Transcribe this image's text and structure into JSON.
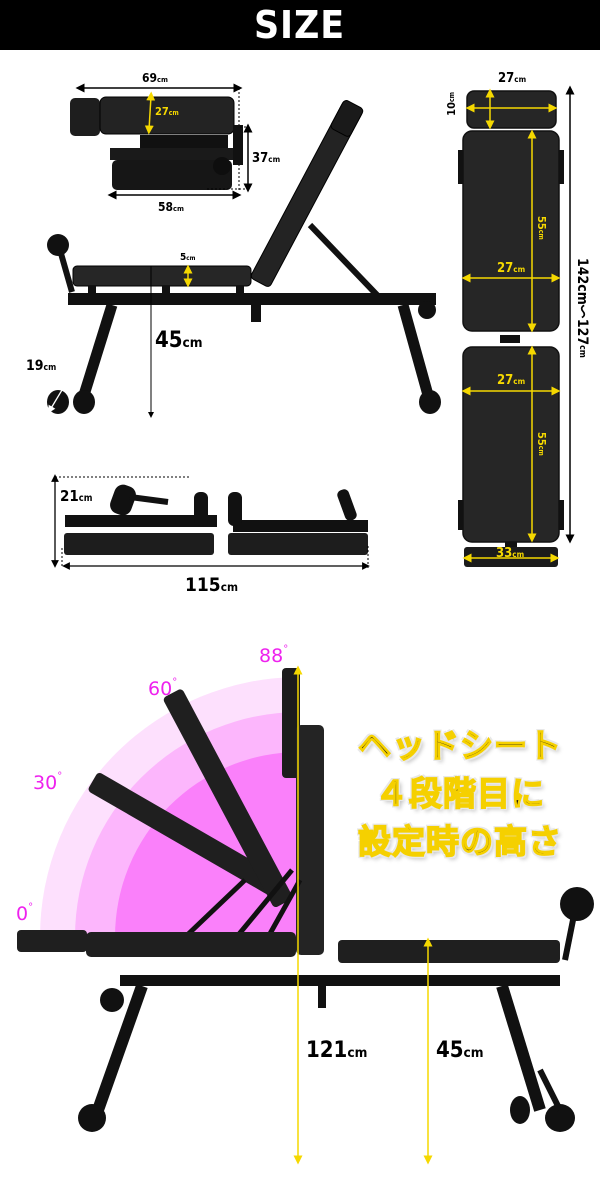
{
  "header": {
    "title": "SIZE"
  },
  "colors": {
    "header_bg": "#000000",
    "dimension_yellow": "#f5d800",
    "angle_magenta": "#ee22ee",
    "arc_outer": "#fde0fd",
    "arc_mid": "#fcb6fc",
    "arc_inner": "#fa80fa",
    "bench_black": "#1a1a1a"
  },
  "folded_top_view": {
    "length": {
      "value": "69",
      "unit": "cm"
    },
    "seat_width": {
      "value": "27",
      "unit": "cm"
    },
    "folded_height": {
      "value": "37",
      "unit": "cm"
    },
    "base_length": {
      "value": "58",
      "unit": "cm"
    }
  },
  "side_view": {
    "pad_thickness": {
      "value": "5",
      "unit": "cm"
    },
    "seat_height": {
      "value": "45",
      "unit": "cm"
    },
    "leg_roller": {
      "value": "19",
      "unit": "cm"
    }
  },
  "folded_flat_view": {
    "height": {
      "value": "21",
      "unit": "cm"
    },
    "length": {
      "value": "115",
      "unit": "cm"
    }
  },
  "top_view": {
    "headrest_width": {
      "value": "27",
      "unit": "cm"
    },
    "headrest_depth": {
      "value": "10",
      "unit": "cm"
    },
    "back_pad_length": {
      "value": "55",
      "unit": "cm"
    },
    "back_pad_width": {
      "value": "27",
      "unit": "cm"
    },
    "seat_pad_width": {
      "value": "27",
      "unit": "cm"
    },
    "seat_pad_length": {
      "value": "55",
      "unit": "cm"
    },
    "foot_width": {
      "value": "33",
      "unit": "cm"
    },
    "total_length": {
      "value": "142cm～127",
      "unit": "cm"
    }
  },
  "incline_view": {
    "angles": [
      {
        "value": "0",
        "unit": "°"
      },
      {
        "value": "30",
        "unit": "°"
      },
      {
        "value": "60",
        "unit": "°"
      },
      {
        "value": "88",
        "unit": "°"
      }
    ],
    "callout_lines": [
      "ヘッドシート",
      "４段階目に",
      "設定時の高さ"
    ],
    "headrest_height": {
      "value": "121",
      "unit": "cm"
    },
    "seat_height": {
      "value": "45",
      "unit": "cm"
    }
  }
}
